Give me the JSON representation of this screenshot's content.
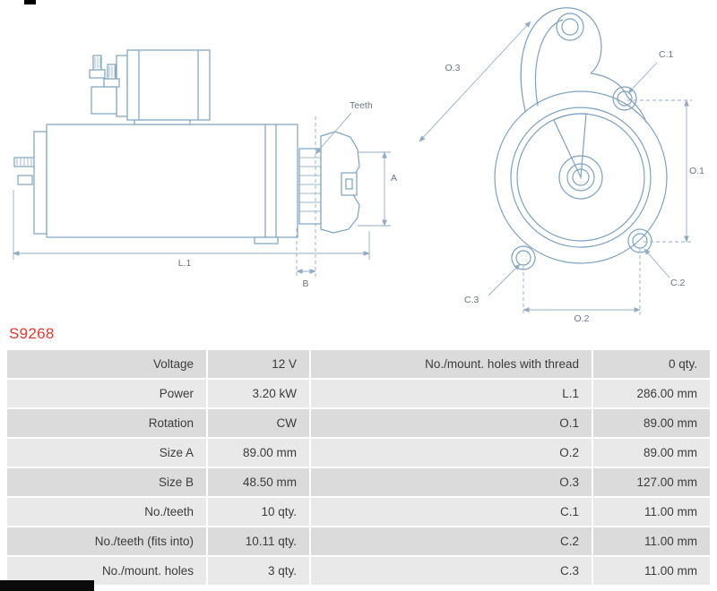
{
  "product_code": "S9268",
  "diagram": {
    "side_view_labels": {
      "teeth": "Teeth",
      "l1": "L.1",
      "b": "B",
      "a": "A"
    },
    "front_view_labels": {
      "o3": "O.3",
      "c1": "C.1",
      "o1": "O.1",
      "c2": "C.2",
      "o2": "O.2",
      "c3": "C.3"
    }
  },
  "table": {
    "rows": [
      {
        "l_label": "Voltage",
        "l_value": "12 V",
        "r_label": "No./mount. holes with thread",
        "r_value": "0 qty."
      },
      {
        "l_label": "Power",
        "l_value": "3.20 kW",
        "r_label": "L.1",
        "r_value": "286.00 mm"
      },
      {
        "l_label": "Rotation",
        "l_value": "CW",
        "r_label": "O.1",
        "r_value": "89.00 mm"
      },
      {
        "l_label": "Size A",
        "l_value": "89.00 mm",
        "r_label": "O.2",
        "r_value": "89.00 mm"
      },
      {
        "l_label": "Size B",
        "l_value": "48.50 mm",
        "r_label": "O.3",
        "r_value": "127.00 mm"
      },
      {
        "l_label": "No./teeth",
        "l_value": "10 qty.",
        "r_label": "C.1",
        "r_value": "11.00 mm"
      },
      {
        "l_label": "No./teeth (fits into)",
        "l_value": "10.11 qty.",
        "r_label": "C.2",
        "r_value": "11.00 mm"
      },
      {
        "l_label": "No./mount. holes",
        "l_value": "3 qty.",
        "r_label": "C.3",
        "r_value": "11.00 mm"
      }
    ]
  },
  "colors": {
    "accent_red": "#e8382d",
    "row_dark": "#dbdbdb",
    "row_light": "#e9e9e9",
    "drawing_line": "#7da2c1",
    "dimension_line": "#93abc0",
    "dimension_text": "#6b7784"
  }
}
